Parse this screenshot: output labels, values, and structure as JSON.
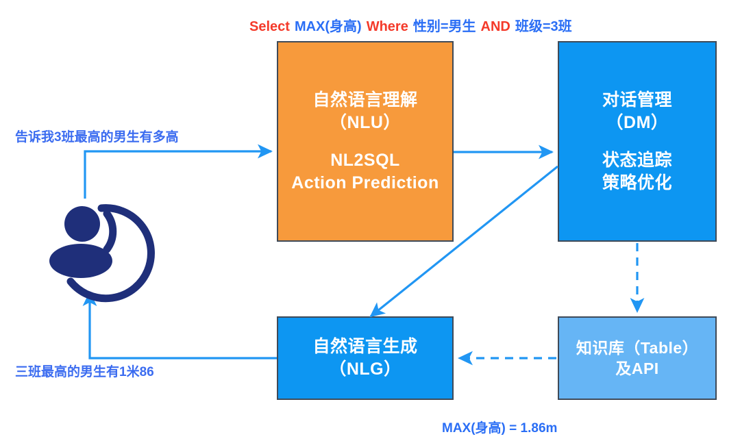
{
  "diagram": {
    "title_query": {
      "segments": [
        {
          "text": "Select",
          "color": "#f43a2a"
        },
        {
          "text": "MAX(身高)",
          "color": "#2a6ef5"
        },
        {
          "text": "Where",
          "color": "#f43a2a"
        },
        {
          "text": "性别=男生",
          "color": "#2a6ef5"
        },
        {
          "text": "AND",
          "color": "#f43a2a"
        },
        {
          "text": "班级=3班",
          "color": "#2a6ef5"
        }
      ],
      "full_text": "Select MAX(身高) Where 性别=男生 AND 班级=3班"
    },
    "user_query": "告诉我3班最高的男生有多高",
    "user_answer": "三班最高的男生有1米86",
    "result_caption": "MAX(身高) = 1.86m",
    "nodes": {
      "nlu": {
        "title_cn": "自然语言理解",
        "title_en": "（NLU）",
        "detail_line1": "NL2SQL",
        "detail_line2": "Action Prediction",
        "fill": "#f79a3c"
      },
      "dm": {
        "title_cn": "对话管理",
        "title_en": "（DM）",
        "detail_line1": "状态追踪",
        "detail_line2": "策略优化",
        "fill": "#0d96f2"
      },
      "nlg": {
        "title_cn": "自然语言生成",
        "title_en": "（NLG）",
        "fill": "#0d96f2"
      },
      "kb": {
        "title_cn": "知识库（Table）",
        "title_en": "及API",
        "fill": "#66b5f5"
      }
    },
    "colors": {
      "arrow": "#2196f3",
      "user_icon": "#1f2f7a",
      "box_border": "#3f4a58",
      "red_keyword": "#f43a2a",
      "blue_value": "#2a6ef5"
    },
    "icons": {
      "user": "user-speaking-icon"
    }
  }
}
